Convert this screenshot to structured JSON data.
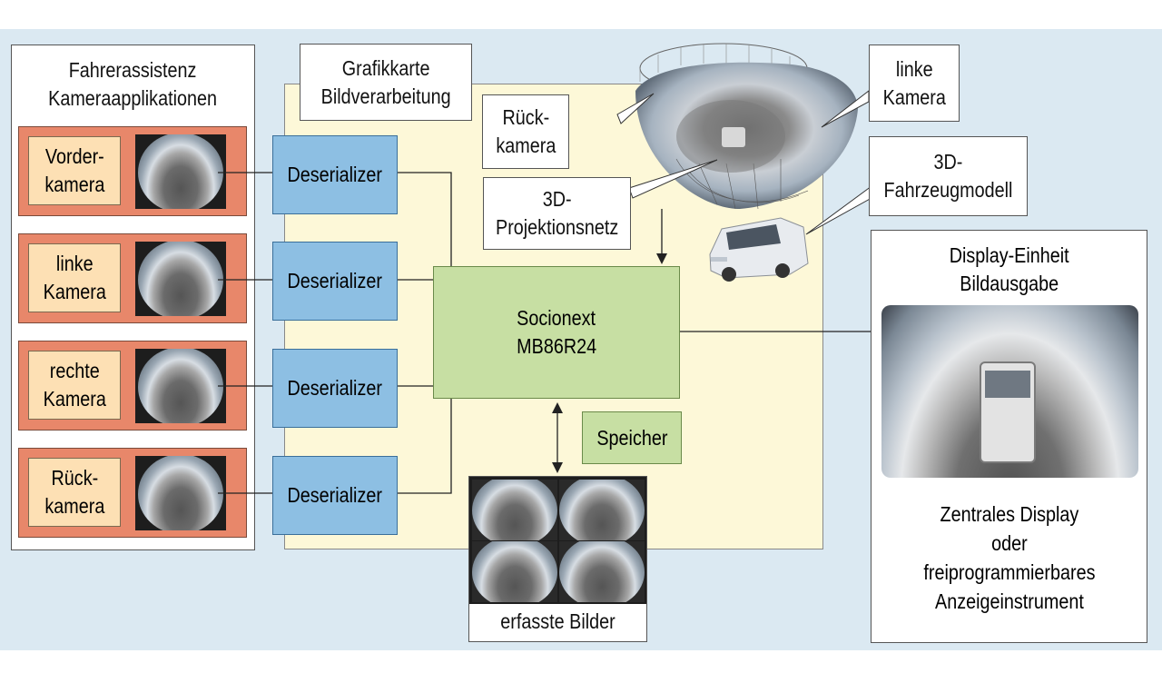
{
  "left_panel": {
    "title": "Fahrerassistenz\nKameraapplikationen",
    "cameras": [
      {
        "label": "Vorder-\nkamera"
      },
      {
        "label": "linke\nKamera"
      },
      {
        "label": "rechte\nKamera"
      },
      {
        "label": "Rück-\nkamera"
      }
    ]
  },
  "deserializer_label": "Deserializer",
  "graphics_card": {
    "title": "Grafikkarte\nBildverarbeitung"
  },
  "callouts": {
    "rear_camera": "Rück-\nkamera",
    "left_camera": "linke\nKamera",
    "projection_net": "3D-\nProjektionsnetz",
    "vehicle_model": "3D-\nFahrzeugmodell"
  },
  "processor": {
    "label": "Socionext\nMB86R24"
  },
  "memory": {
    "label": "Speicher"
  },
  "captured_images": {
    "label": "erfasste Bilder"
  },
  "display_unit": {
    "title": "Display-Einheit\nBildausgabe",
    "caption": "Zentrales Display\noder\nfreiprogrammierbares\nAnzeigeinstrument"
  },
  "colors": {
    "background": "#dbe9f2",
    "camera_row": "#e8876a",
    "camera_label": "#fde0b4",
    "deserializer": "#8dbfe3",
    "graphics_area": "#fdf8d8",
    "processor": "#c7dfa3"
  }
}
